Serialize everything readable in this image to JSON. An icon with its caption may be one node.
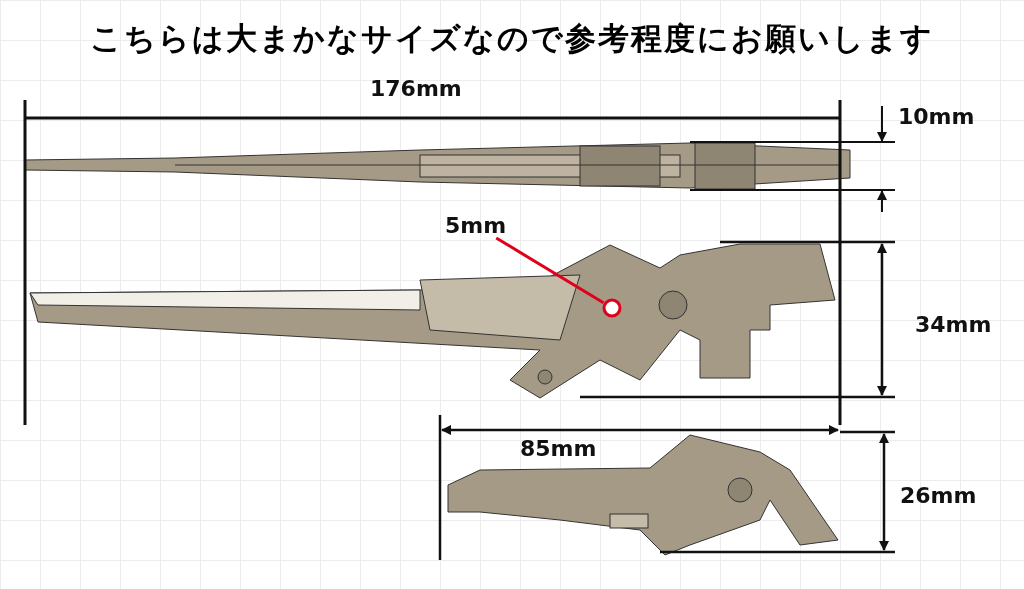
{
  "diagram": {
    "title": "こちらは大まかなサイズなので参考程度にお願いします",
    "nodes": [
      {
        "text": [
          "5mm"
        ]
      },
      {
        "text": [],
        "shape": "circle"
      }
    ],
    "edges": [
      {
        "from": 0,
        "to": 1,
        "arrow": "none"
      }
    ],
    "labels": [
      "176mm",
      "10mm",
      "34mm",
      "85mm",
      "26mm"
    ]
  }
}
